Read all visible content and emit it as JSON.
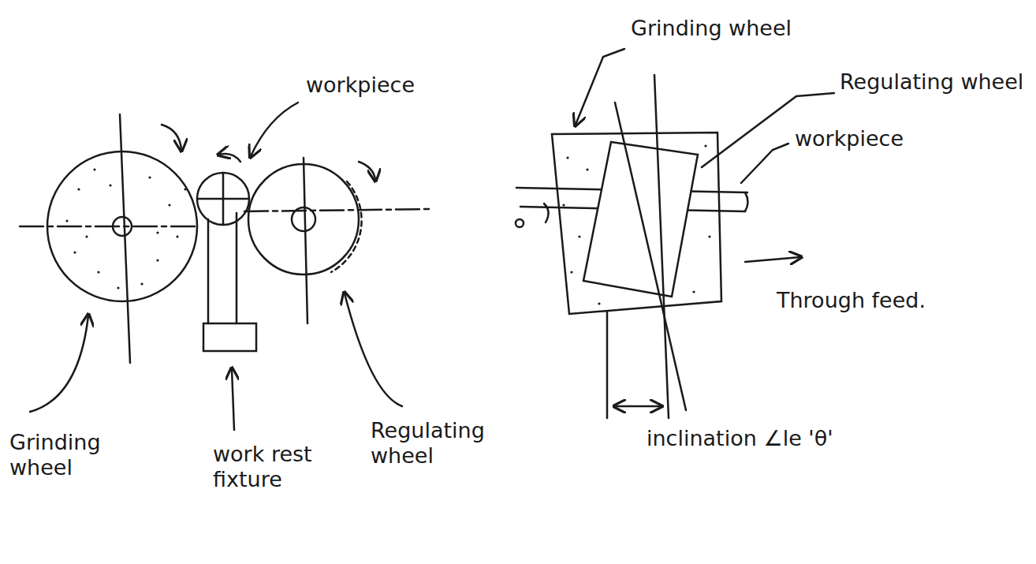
{
  "diagram": {
    "labels": [
      "workpiece",
      "Grinding wheel",
      "Regulating wheel",
      "workpiece",
      "Through feed.",
      "inclination ∠le 'θ'",
      "Grinding wheel",
      "work rest fixture",
      "Regulating wheel"
    ]
  }
}
